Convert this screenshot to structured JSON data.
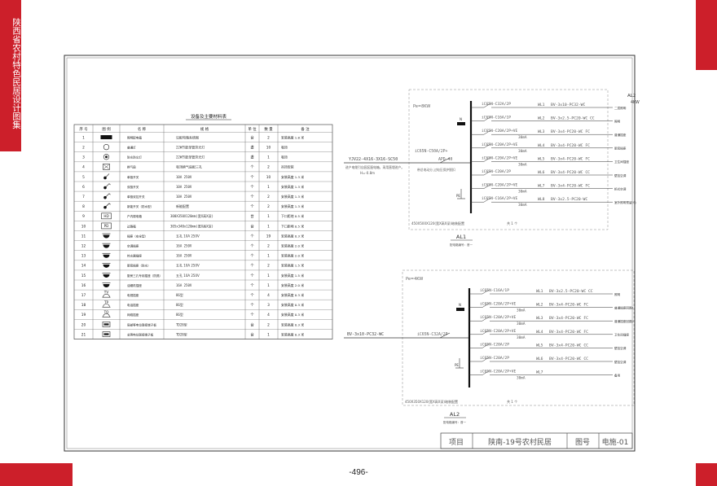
{
  "sidebar": {
    "title": "陕西省农村特色民居设计图集"
  },
  "page_number": "-496-",
  "legend": {
    "title": "设备及主要材料表",
    "headers": [
      "序 号",
      "图 例",
      "名 称",
      "规 格",
      "单 位",
      "数 量",
      "备 注"
    ],
    "rows": [
      {
        "no": "1",
        "sym": "bar",
        "name": "照明配电箱",
        "spec": "见配电箱系统图",
        "unit": "台",
        "qty": "2",
        "note": "安装高度 1.8 米"
      },
      {
        "no": "2",
        "sym": "circle",
        "name": "普通灯",
        "spec": "22W节能单管荧光灯",
        "unit": "盏",
        "qty": "10",
        "note": "吸顶"
      },
      {
        "no": "3",
        "sym": "circledot",
        "name": "防水防尘灯",
        "spec": "22W节能单管荧光灯",
        "unit": "盏",
        "qty": "1",
        "note": "吸顶"
      },
      {
        "no": "4",
        "sym": "fan",
        "name": "换气扇",
        "spec": "吸顶换气扇配三孔",
        "unit": "个",
        "qty": "2",
        "note": "吊顶安装"
      },
      {
        "no": "5",
        "sym": "sw1",
        "name": "单极开关",
        "spec": "10A 250V",
        "unit": "个",
        "qty": "10",
        "note": "安装高度 1.3 米"
      },
      {
        "no": "6",
        "sym": "sw2",
        "name": "双极开关",
        "spec": "10A 250V",
        "unit": "个",
        "qty": "1",
        "note": "安装高度 1.3 米"
      },
      {
        "no": "7",
        "sym": "sw3",
        "name": "单极双控开关",
        "spec": "10A 250V",
        "unit": "个",
        "qty": "2",
        "note": "安装高度 1.3 米"
      },
      {
        "no": "8",
        "sym": "sw4",
        "name": "新能开关（防水型）",
        "spec": "新能配置",
        "unit": "个",
        "qty": "2",
        "note": "安装高度 1.3 米"
      },
      {
        "no": "9",
        "sym": "box",
        "sym_text": "HD",
        "name": "户内弱电箱",
        "spec": "300X350X120mm(宽X高X深)",
        "unit": "台",
        "qty": "1",
        "note": "下口距地 0.5 米"
      },
      {
        "no": "10",
        "sym": "box",
        "sym_text": "PD",
        "name": "过路箱",
        "spec": "305x340x120mm(宽X高X深)",
        "unit": "台",
        "qty": "1",
        "note": "下口距地 0.5 米"
      },
      {
        "no": "11",
        "sym": "socket",
        "name": "插座（安全型）",
        "spec": "五孔 10A 250V",
        "unit": "个",
        "qty": "19",
        "note": "安装高度 0.3 米"
      },
      {
        "no": "12",
        "sym": "socket",
        "name": "空调插座",
        "spec": "16A 250V",
        "unit": "个",
        "qty": "2",
        "note": "安装高度 2.0 米"
      },
      {
        "no": "13",
        "sym": "socket",
        "name": "热水器插座",
        "spec": "16A 250V",
        "unit": "个",
        "qty": "1",
        "note": "安装高度 2.0 米"
      },
      {
        "no": "14",
        "sym": "socket",
        "name": "厨房插座（防水）",
        "spec": "五孔 10A 250V",
        "unit": "个",
        "qty": "2",
        "note": "安装高度 1.5 米"
      },
      {
        "no": "15",
        "sym": "socket",
        "name": "厨房三孔专用插座（防溅）",
        "spec": "五孔 10A 250V",
        "unit": "个",
        "qty": "1",
        "note": "安装高度 1.5 米"
      },
      {
        "no": "16",
        "sym": "socket",
        "name": "油烟机插座",
        "spec": "16A 250V",
        "unit": "个",
        "qty": "1",
        "note": "安装高度 2.0 米"
      },
      {
        "no": "17",
        "sym": "tv",
        "sym_text": "TV",
        "name": "电视插座",
        "spec": "86型",
        "unit": "个",
        "qty": "4",
        "note": "安装高度 0.3 米"
      },
      {
        "no": "18",
        "sym": "tv",
        "sym_text": "TP",
        "name": "电话插座",
        "spec": "86型",
        "unit": "个",
        "qty": "3",
        "note": "安装高度 0.3 米"
      },
      {
        "no": "19",
        "sym": "tv",
        "sym_text": "TO",
        "name": "网络插座",
        "spec": "86型",
        "unit": "个",
        "qty": "4",
        "note": "安装高度 0.3 米"
      },
      {
        "no": "20",
        "sym": "rect",
        "name": "局部等电位联接端子板",
        "spec": "TD28型",
        "unit": "台",
        "qty": "2",
        "note": "安装高度 0.3 米"
      },
      {
        "no": "21",
        "sym": "rect",
        "name": "总等电位联接端子板",
        "spec": "TD28型",
        "unit": "台",
        "qty": "1",
        "note": "安装高度 0.3 米"
      }
    ]
  },
  "al1": {
    "pe": "Pe=8KW",
    "incoming_cable": "YJV22-4X16-3X16-SC50",
    "incoming_note": "进户电缆引自园区配电箱，采用直埋进户。",
    "incoming_depth": "H=-0.8m",
    "main_breaker": "iC65N-C50A/2P+",
    "main_spd": "APD-40",
    "main_note": "带总电动分,过电压保护脱扣",
    "n_label": "N",
    "pe_label": "PE",
    "circuits": [
      {
        "breaker": "iC65N-C32A/2P",
        "id": "WL1",
        "cable": "BV-3x10-PC32-WC",
        "load": "二层照明",
        "rcd": ""
      },
      {
        "breaker": "iC65N-C16A/1P",
        "id": "WL2",
        "cable": "BV-3x2.5-PC20-WC CC",
        "load": "照明",
        "rcd": ""
      },
      {
        "breaker": "iC65N-C20A/2P+VE",
        "id": "WL3",
        "cable": "BV-3x4-PC20-WC FC",
        "load": "普通插座",
        "rcd": "30mA"
      },
      {
        "breaker": "iC65N-C20A/2P+VE",
        "id": "WL4",
        "cable": "BV-3x4-PC20-WC FC",
        "load": "厨房插座",
        "rcd": "30mA"
      },
      {
        "breaker": "iC65N-C20A/2P+VE",
        "id": "WL5",
        "cable": "BV-3x4-PC20-WC FC",
        "load": "卫生间插座",
        "rcd": "30mA"
      },
      {
        "breaker": "iC65N-C20A/2P",
        "id": "WL6",
        "cable": "BV-3x4-PC20-WC CC",
        "load": "壁挂空调",
        "rcd": ""
      },
      {
        "breaker": "iC65N-C20A/2P+VE",
        "id": "WL7",
        "cable": "BV-3x4-PC20-WC FC",
        "load": "柜式空调",
        "rcd": "30mA"
      },
      {
        "breaker": "iC65N-C16A/2P+VE",
        "id": "WL8",
        "cable": "BV-3x2.5-PC20-WC",
        "load": "室外照明预留(S)",
        "rcd": "30mA"
      }
    ],
    "top_label": "AL2",
    "top_power": "4KW",
    "box_note": "450X500X120(宽X高X深)暗装配置",
    "box_count": "共 1 个",
    "name": "AL1",
    "name_note": "配电箱编号：首一"
  },
  "al2": {
    "pe": "Pe=4KW",
    "incoming_cable": "BV-3x10-PC32-WC",
    "main_breaker": "iC65N-C32A/2P",
    "n_label": "N",
    "pe_label": "PE",
    "circuits": [
      {
        "breaker": "iC65N-C16A/1P",
        "id": "WL1",
        "cable": "BV-3x2.5-PC20-WC CC",
        "load": "照明",
        "rcd": ""
      },
      {
        "breaker": "iC65N-C20A/2P+VE",
        "id": "WL2",
        "cable": "BV-3x4-PC20-WC FC",
        "load": "普通插座回路1",
        "rcd": "30mA"
      },
      {
        "breaker": "iC65N-C20A/2P+VE",
        "id": "WL3",
        "cable": "BV-3x4-PC20-WC FC",
        "load": "普通插座回路2",
        "rcd": "30mA"
      },
      {
        "breaker": "iC65N-C20A/2P+VE",
        "id": "WL4",
        "cable": "BV-3x4-PC20-WC FC",
        "load": "卫生间插座",
        "rcd": "30mA"
      },
      {
        "breaker": "iC65N-C20A/2P",
        "id": "WL5",
        "cable": "BV-3x4-PC20-WC CC",
        "load": "壁挂空调",
        "rcd": ""
      },
      {
        "breaker": "iC65N-C20A/2P",
        "id": "WL6",
        "cable": "BV-3x4-PC20-WC CC",
        "load": "壁挂空调",
        "rcd": ""
      },
      {
        "breaker": "iC65N-C20A/2P+VE",
        "id": "WL7",
        "cable": "",
        "load": "备用",
        "rcd": "30mA"
      }
    ],
    "box_note": "450X350X120(宽X高X深)暗装配置",
    "box_count": "共 1 个",
    "name": "AL2",
    "name_note": "配电箱编号：首一"
  },
  "title_block": {
    "project_label": "项目",
    "project_value": "陕南-19号农村民居",
    "drawing_label": "图号",
    "drawing_value": "电施-01"
  }
}
